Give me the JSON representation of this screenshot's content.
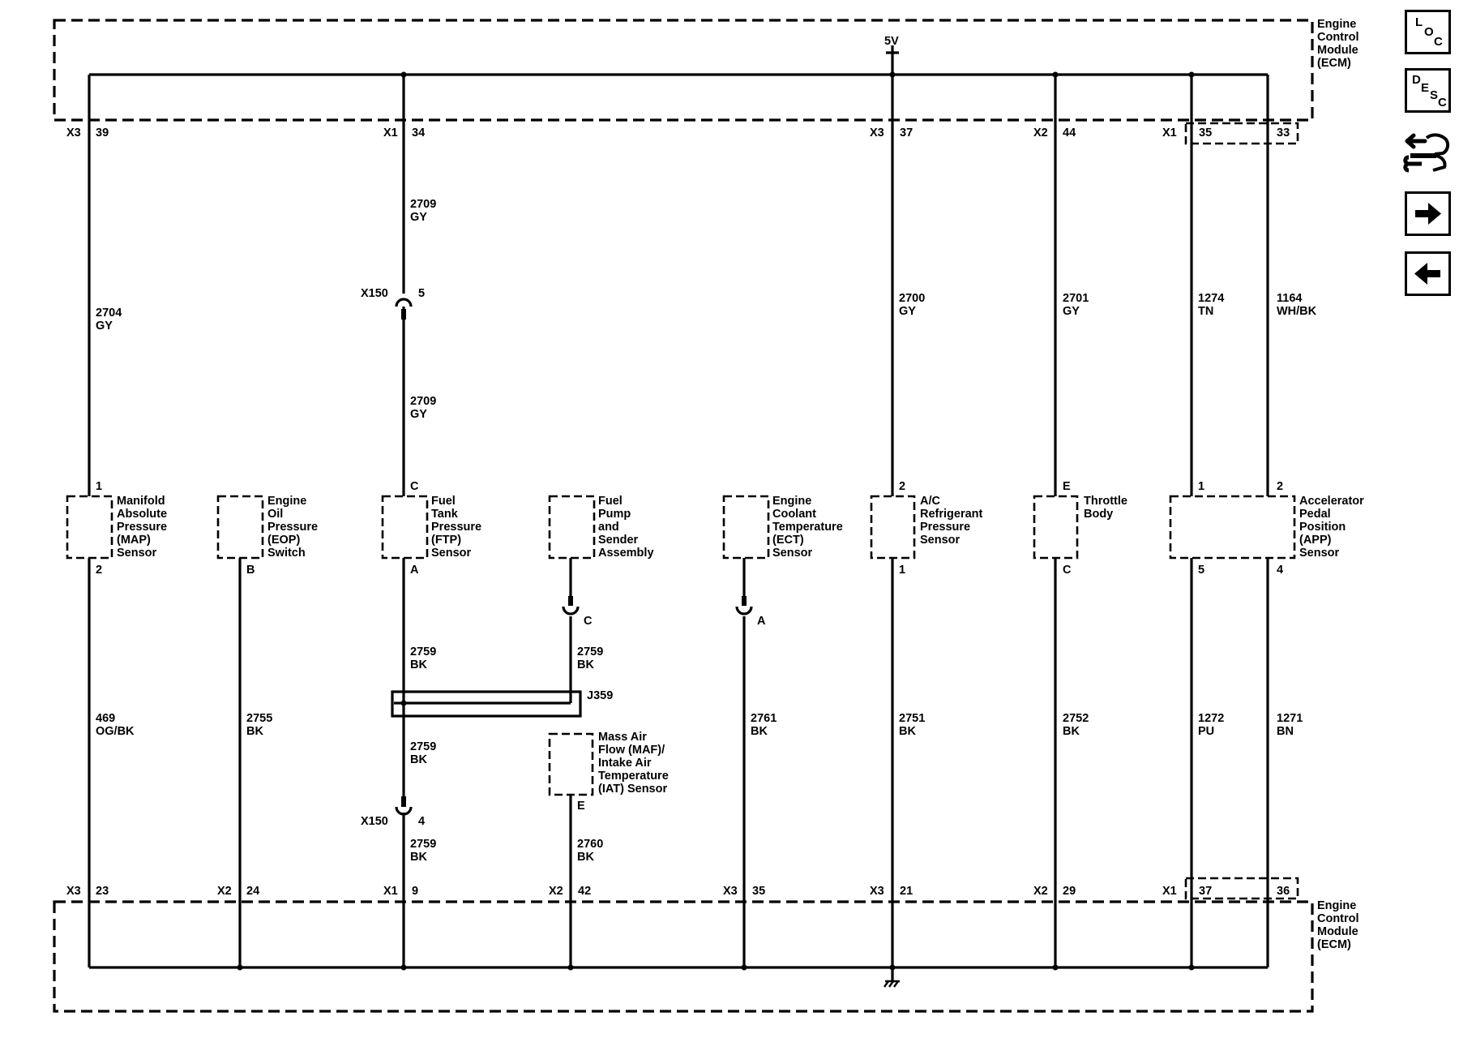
{
  "ecm": {
    "top_label": [
      "Engine",
      "Control",
      "Module",
      "(ECM)"
    ],
    "bottom_label": [
      "Engine",
      "Control",
      "Module",
      "(ECM)"
    ],
    "supply": "5V"
  },
  "top_pins": [
    {
      "conn": "X3",
      "pin": "39"
    },
    {
      "conn": "X1",
      "pin": "34"
    },
    {
      "conn": "X3",
      "pin": "37"
    },
    {
      "conn": "X2",
      "pin": "44"
    },
    {
      "conn": "X1",
      "pin": "35"
    },
    {
      "conn": "",
      "pin": "33"
    }
  ],
  "bottom_pins": [
    {
      "conn": "X3",
      "pin": "23"
    },
    {
      "conn": "X2",
      "pin": "24"
    },
    {
      "conn": "X1",
      "pin": "9"
    },
    {
      "conn": "X2",
      "pin": "42"
    },
    {
      "conn": "X3",
      "pin": "35"
    },
    {
      "conn": "X3",
      "pin": "21"
    },
    {
      "conn": "X2",
      "pin": "29"
    },
    {
      "conn": "X1",
      "pin": "37"
    },
    {
      "conn": "",
      "pin": "36"
    }
  ],
  "upper_wires": [
    {
      "circuit": "2704",
      "color": "GY"
    },
    {
      "circuit": "2709",
      "color": "GY"
    },
    {
      "circuit": "2709",
      "color": "GY"
    },
    {
      "circuit": "2700",
      "color": "GY"
    },
    {
      "circuit": "2701",
      "color": "GY"
    },
    {
      "circuit": "1274",
      "color": "TN"
    },
    {
      "circuit": "1164",
      "color": "WH/BK"
    }
  ],
  "lower_wires": [
    {
      "circuit": "469",
      "color": "OG/BK"
    },
    {
      "circuit": "2755",
      "color": "BK"
    },
    {
      "circuit": "2759",
      "color": "BK"
    },
    {
      "circuit": "2759",
      "color": "BK"
    },
    {
      "circuit": "2759",
      "color": "BK"
    },
    {
      "circuit": "2759",
      "color": "BK"
    },
    {
      "circuit": "2760",
      "color": "BK"
    },
    {
      "circuit": "2761",
      "color": "BK"
    },
    {
      "circuit": "2751",
      "color": "BK"
    },
    {
      "circuit": "2752",
      "color": "BK"
    },
    {
      "circuit": "1272",
      "color": "PU"
    },
    {
      "circuit": "1271",
      "color": "BN"
    }
  ],
  "components": [
    {
      "lines": [
        "Manifold",
        "Absolute",
        "Pressure",
        "(MAP)",
        "Sensor"
      ],
      "top_pin": "1",
      "bottom_pin": "2"
    },
    {
      "lines": [
        "Engine",
        "Oil",
        "Pressure",
        "(EOP)",
        "Switch"
      ],
      "top_pin": "",
      "bottom_pin": "B"
    },
    {
      "lines": [
        "Fuel",
        "Tank",
        "Pressure",
        "(FTP)",
        "Sensor"
      ],
      "top_pin": "C",
      "bottom_pin": "A"
    },
    {
      "lines": [
        "Fuel",
        "Pump",
        "and",
        "Sender",
        "Assembly"
      ],
      "top_pin": "",
      "bottom_pin": ""
    },
    {
      "lines": [
        "Engine",
        "Coolant",
        "Temperature",
        "(ECT)",
        "Sensor"
      ],
      "top_pin": "",
      "bottom_pin": ""
    },
    {
      "lines": [
        "A/C",
        "Refrigerant",
        "Pressure",
        "Sensor"
      ],
      "top_pin": "2",
      "bottom_pin": "1"
    },
    {
      "lines": [
        "Throttle",
        "Body"
      ],
      "top_pin": "E",
      "bottom_pin": "C"
    },
    {
      "lines": [
        "Accelerator",
        "Pedal",
        "Position",
        "(APP)",
        "Sensor"
      ],
      "top_pin": "1",
      "top_pin2": "2",
      "bottom_pin": "5",
      "bottom_pin2": "4"
    },
    {
      "lines": [
        "Mass Air",
        "Flow (MAF)/",
        "Intake Air",
        "Temperature",
        "(IAT) Sensor"
      ],
      "top_pin": "",
      "bottom_pin": "E"
    }
  ],
  "connectors": {
    "x150_top": {
      "name": "X150",
      "pin": "5"
    },
    "x150_bottom": {
      "name": "X150",
      "pin": "4"
    },
    "fuel_pump_term": "C",
    "ect_term": "A",
    "splice": "J359"
  },
  "nav": {
    "loc": [
      "L",
      "O",
      "C"
    ],
    "desc": [
      "D",
      "E",
      "S",
      "C"
    ]
  }
}
